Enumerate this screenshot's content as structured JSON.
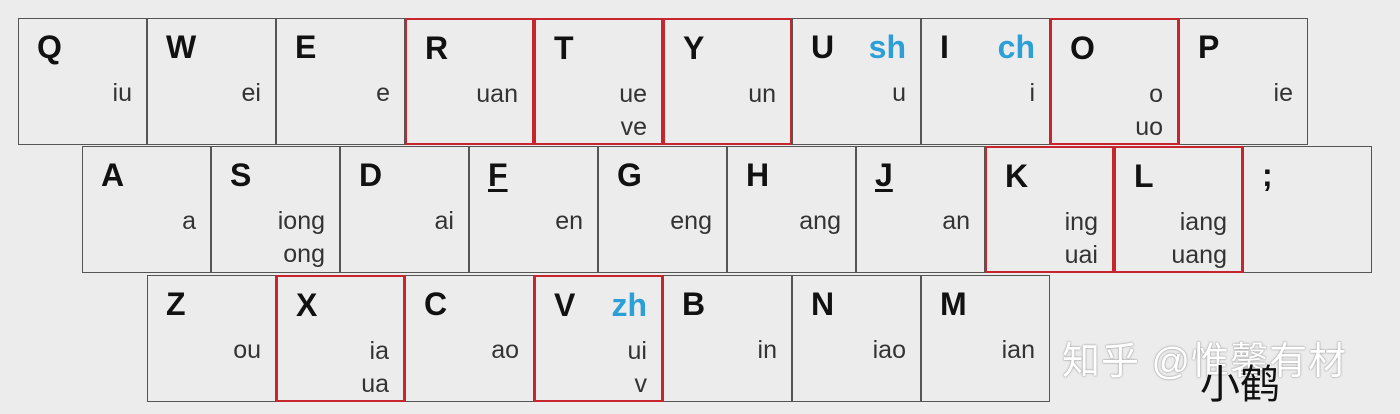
{
  "rows": [
    {
      "keys": [
        {
          "letter": "Q",
          "finals": [
            "iu"
          ]
        },
        {
          "letter": "W",
          "finals": [
            "ei"
          ]
        },
        {
          "letter": "E",
          "finals": [
            "e"
          ]
        },
        {
          "letter": "R",
          "finals": [
            "uan"
          ],
          "highlighted": true
        },
        {
          "letter": "T",
          "finals": [
            "ue",
            "ve"
          ],
          "highlighted": true
        },
        {
          "letter": "Y",
          "finals": [
            "un"
          ],
          "highlighted": true
        },
        {
          "letter": "U",
          "initial": "sh",
          "finals": [
            "u"
          ]
        },
        {
          "letter": "I",
          "initial": "ch",
          "finals": [
            "i"
          ]
        },
        {
          "letter": "O",
          "finals": [
            "o",
            "uo"
          ],
          "highlighted": true
        },
        {
          "letter": "P",
          "finals": [
            "ie"
          ]
        }
      ]
    },
    {
      "keys": [
        {
          "letter": "A",
          "finals": [
            "a"
          ]
        },
        {
          "letter": "S",
          "finals": [
            "iong",
            "ong"
          ]
        },
        {
          "letter": "D",
          "finals": [
            "ai"
          ]
        },
        {
          "letter": "F",
          "finals": [
            "en"
          ],
          "underlined": true
        },
        {
          "letter": "G",
          "finals": [
            "eng"
          ]
        },
        {
          "letter": "H",
          "finals": [
            "ang"
          ]
        },
        {
          "letter": "J",
          "finals": [
            "an"
          ],
          "underlined": true
        },
        {
          "letter": "K",
          "finals": [
            "ing",
            "uai"
          ],
          "highlighted": true
        },
        {
          "letter": "L",
          "finals": [
            "iang",
            "uang"
          ],
          "highlighted": true
        },
        {
          "letter": ";",
          "finals": []
        }
      ]
    },
    {
      "keys": [
        {
          "letter": "Z",
          "finals": [
            "ou"
          ]
        },
        {
          "letter": "X",
          "finals": [
            "ia",
            "ua"
          ],
          "highlighted": true
        },
        {
          "letter": "C",
          "finals": [
            "ao"
          ]
        },
        {
          "letter": "V",
          "initial": "zh",
          "finals": [
            "ui",
            "v"
          ],
          "highlighted": true
        },
        {
          "letter": "B",
          "finals": [
            "in"
          ]
        },
        {
          "letter": "N",
          "finals": [
            "iao"
          ]
        },
        {
          "letter": "M",
          "finals": [
            "ian"
          ]
        }
      ]
    }
  ],
  "watermark": "知乎 @惟馨有材",
  "signature": "小鹤",
  "colors": {
    "highlight_border": "#c8262d",
    "initial_text": "#2c9fd6",
    "key_border": "#555555",
    "background": "#ececec"
  }
}
